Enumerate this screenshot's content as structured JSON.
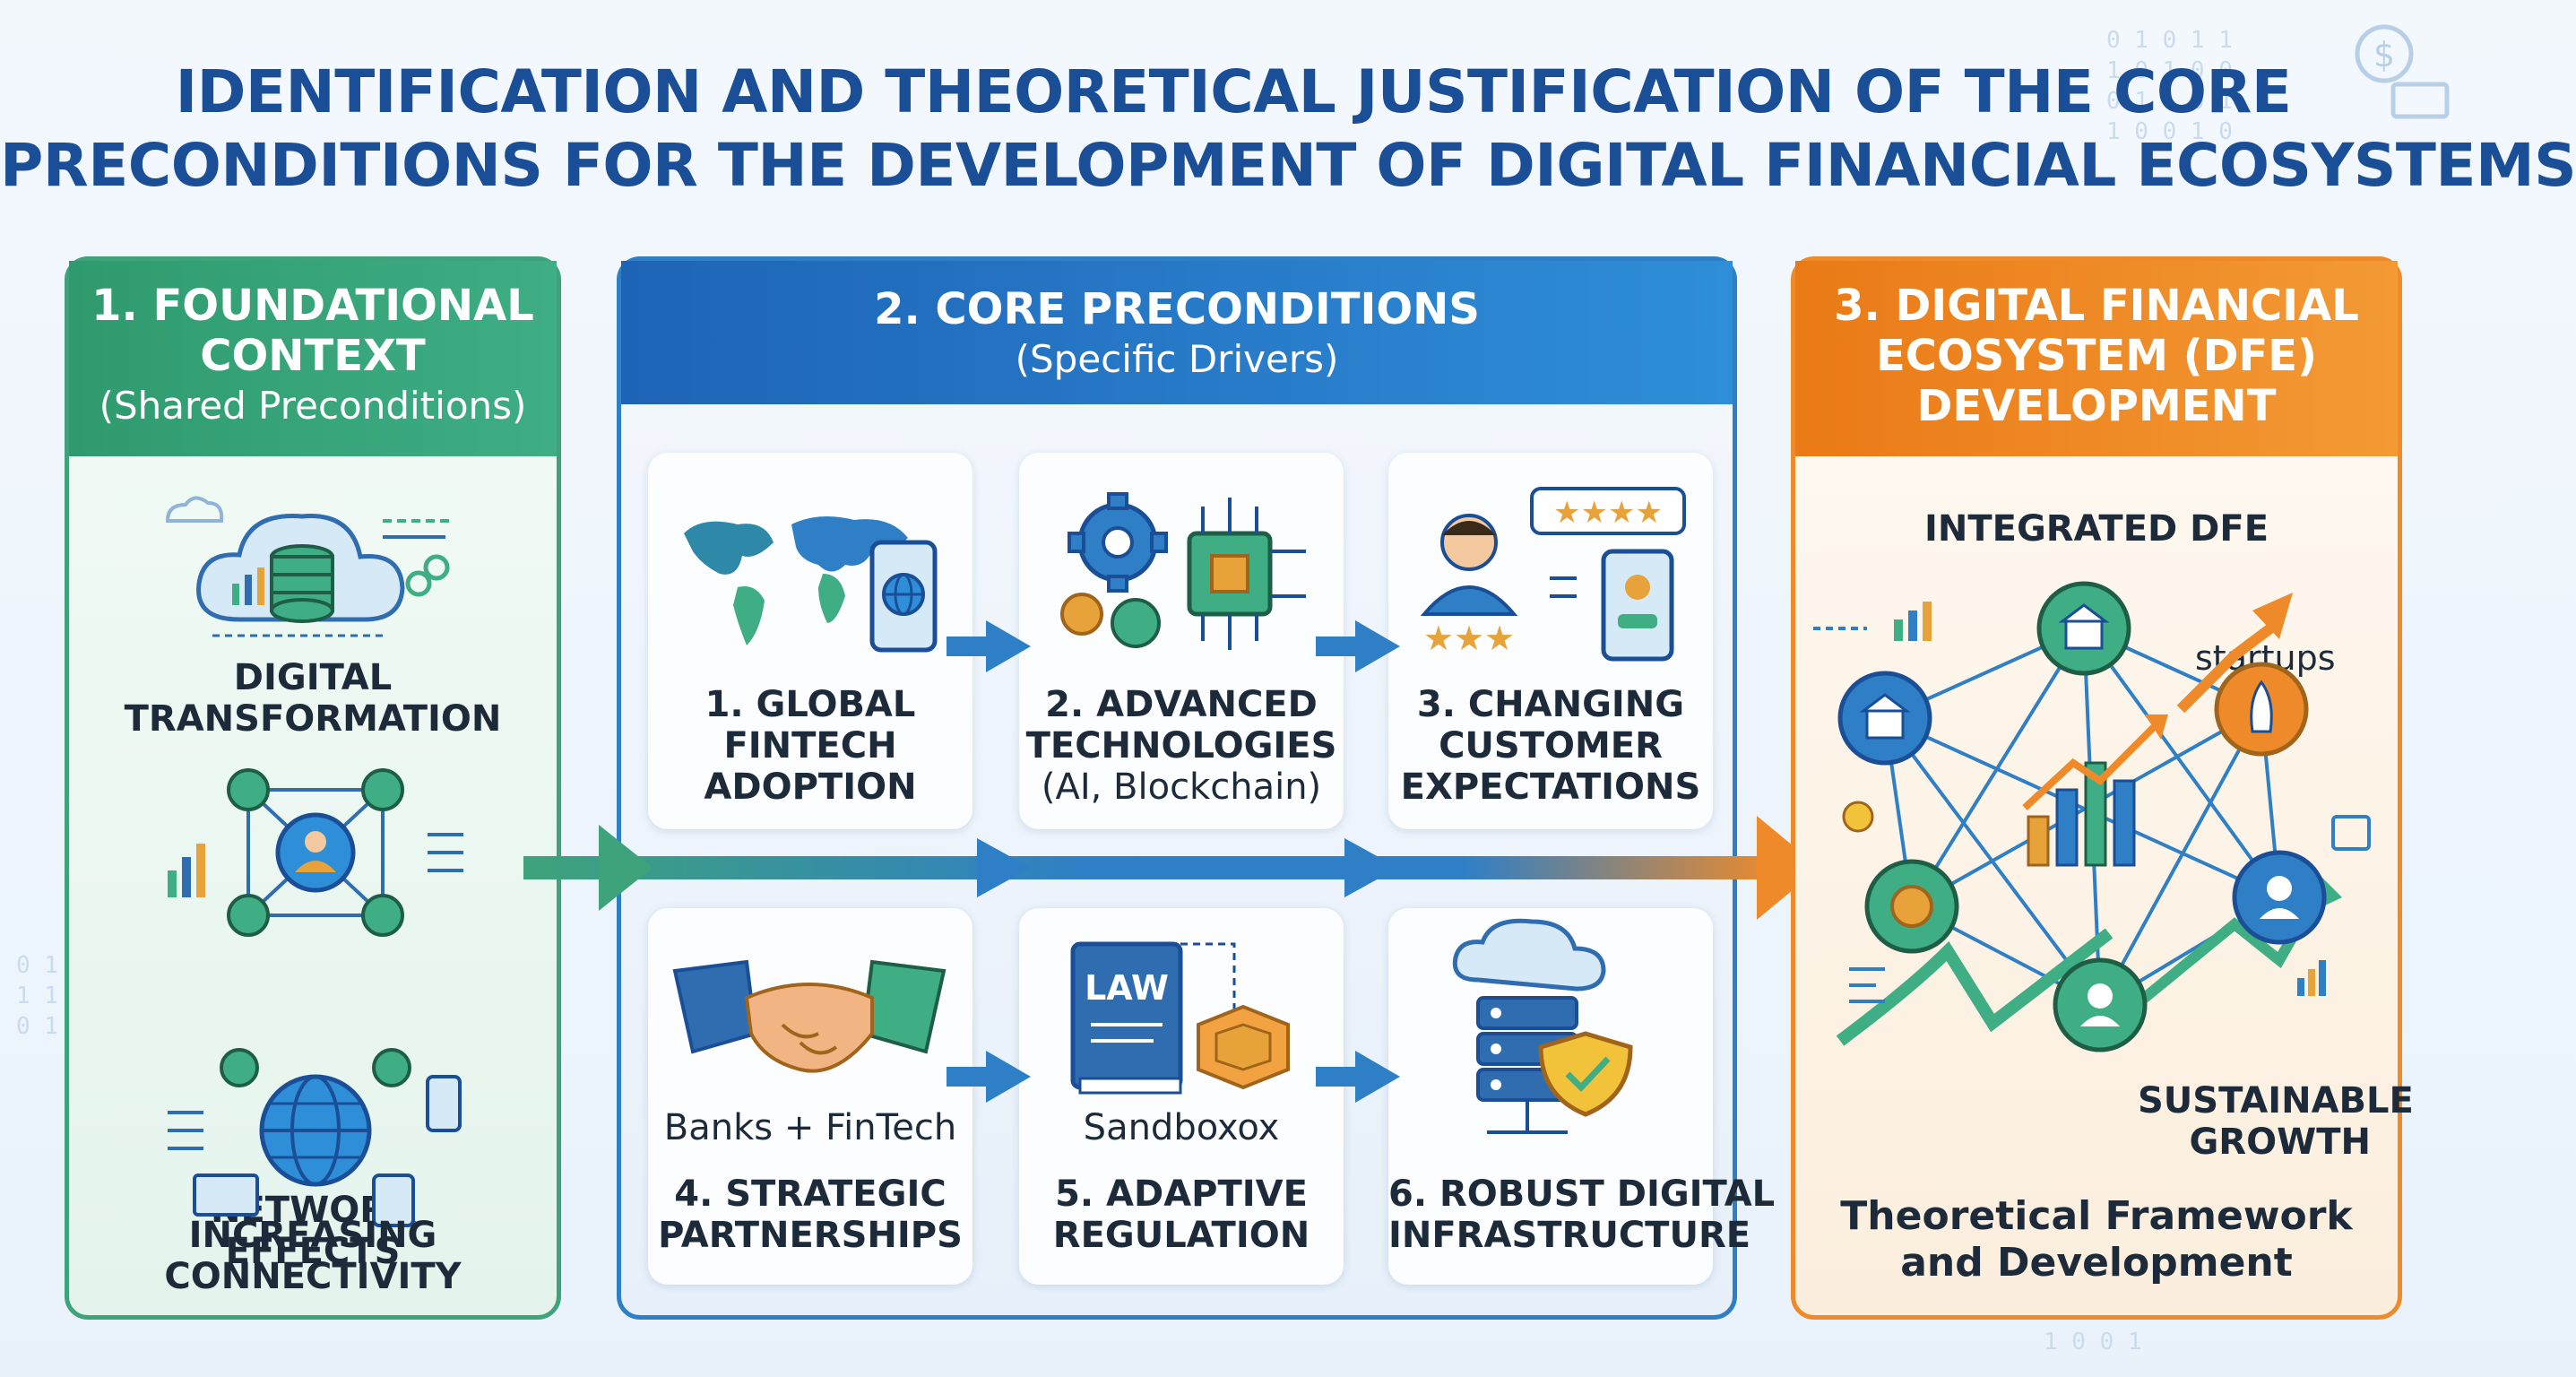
{
  "title": {
    "line1": "IDENTIFICATION AND THEORETICAL JUSTIFICATION OF THE CORE",
    "line2": "PRECONDITIONS FOR THE DEVELOPMENT OF DIGITAL FINANCIAL ECOSYSTEMS"
  },
  "panel1": {
    "header": [
      "1. FOUNDATIONAL",
      "CONTEXT",
      "(Shared Preconditions)"
    ],
    "items": [
      {
        "line1": "DIGITAL",
        "line2": "TRANSFORMATION",
        "icon": "cloud-database-icon"
      },
      {
        "line1": "NETWORK",
        "line2": "EFFECTS",
        "icon": "network-people-icon"
      },
      {
        "line1": "INCREASING",
        "line2": "CONNECTIVITY",
        "icon": "globe-devices-icon"
      }
    ]
  },
  "panel2": {
    "header": "2. CORE PRECONDITIONS",
    "subheader": "(Specific Drivers)",
    "cards": [
      {
        "line1": "1. GLOBAL",
        "line2": "FINTECH",
        "line3": "ADOPTION",
        "icon": "world-map-phone-icon"
      },
      {
        "line1": "2. ADVANCED",
        "line2": "TECHNOLOGIES",
        "line3": "(AI, Blockchain)",
        "icon": "gear-chip-icon"
      },
      {
        "line1": "3. CHANGING",
        "line2": "CUSTOMER",
        "line3": "EXPECTATIONS",
        "icon": "customer-rating-icon"
      },
      {
        "caption": "Banks + FinTech",
        "line1": "4. STRATEGIC",
        "line2": "PARTNERSHIPS",
        "icon": "handshake-icon"
      },
      {
        "caption": "Sandboxox",
        "book": "LAW",
        "line1": "5. ADAPTIVE",
        "line2": "REGULATION",
        "icon": "law-book-icon"
      },
      {
        "line1": "6. ROBUST DIGITAL",
        "line2": "INFRASTRUCTURE",
        "icon": "cloud-server-shield-icon"
      }
    ]
  },
  "panel3": {
    "header": [
      "3. DIGITAL FINANCIAL",
      "ECOSYSTEM (DFE)",
      "DEVELOPMENT"
    ],
    "integrated": "INTEGRATED DFE",
    "startups": "startups",
    "growth": [
      "SUSTAINABLE",
      "GROWTH"
    ],
    "footer": [
      "Theoretical Framework",
      "and Development"
    ]
  },
  "colors": {
    "title": "#1a4e96",
    "green": "#3ea37a",
    "blue": "#2f7fc6",
    "orange": "#ee8a2a"
  }
}
